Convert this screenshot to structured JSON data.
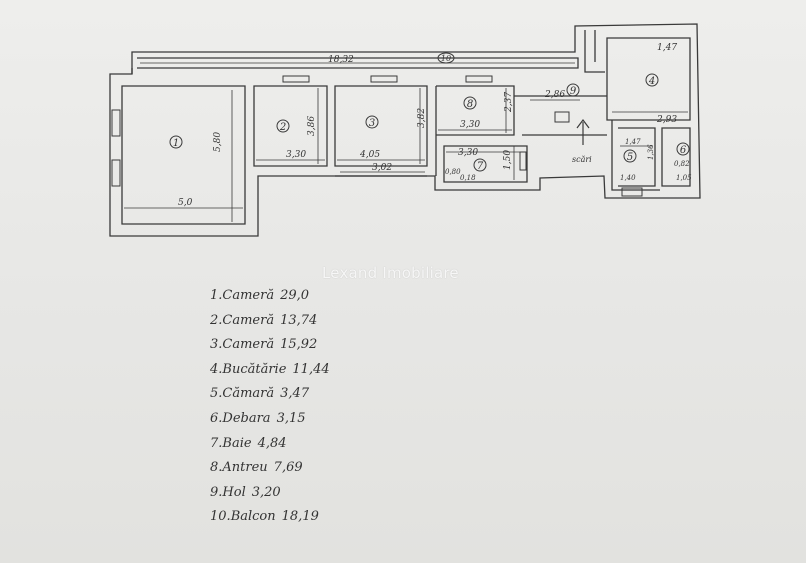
{
  "watermark": "Lexand Imobiliare",
  "plan": {
    "room_numbers": [
      "1",
      "2",
      "3",
      "4",
      "5",
      "6",
      "7",
      "8",
      "9",
      "10"
    ],
    "dimensions": {
      "balcony_length": "18,32",
      "room1_width": "5,0",
      "room1_height": "5,80",
      "room2_width": "3,30",
      "room2_height": "3,86",
      "room3_width": "4,05",
      "room3_height": "3,82",
      "room3_bottom": "3,02",
      "room8_width": "3,30",
      "room8_height": "2,37",
      "bath_width": "3,30",
      "bath_height": "1,50",
      "bath_small_a": "0,80",
      "bath_small_b": "0,18",
      "hall_width": "2,86",
      "kitchen_area": "1,47",
      "kitchen_width": "2,93",
      "pantry_width": "1,47",
      "pantry_height": "1,36",
      "pantry_bottom": "1,40",
      "closet_bottom": "1,05",
      "closet_width": "0,82"
    },
    "stair_label": "scări"
  },
  "legend": [
    {
      "n": "1.",
      "name": "Cameră",
      "area": "29,0"
    },
    {
      "n": "2.",
      "name": "Cameră",
      "area": "13,74"
    },
    {
      "n": "3.",
      "name": "Cameră",
      "area": "15,92"
    },
    {
      "n": "4.",
      "name": "Bucătărie",
      "area": "11,44"
    },
    {
      "n": "5.",
      "name": "Cămară",
      "area": "3,47"
    },
    {
      "n": "6.",
      "name": "Debara",
      "area": "3,15"
    },
    {
      "n": "7.",
      "name": "Baie",
      "area": "4,84"
    },
    {
      "n": "8.",
      "name": "Antreu",
      "area": "7,69"
    },
    {
      "n": "9.",
      "name": "Hol",
      "area": "3,20"
    },
    {
      "n": "10.",
      "name": "Balcon",
      "area": "18,19"
    }
  ],
  "colors": {
    "ink": "#3a3a3a",
    "paper": "#ececea"
  }
}
